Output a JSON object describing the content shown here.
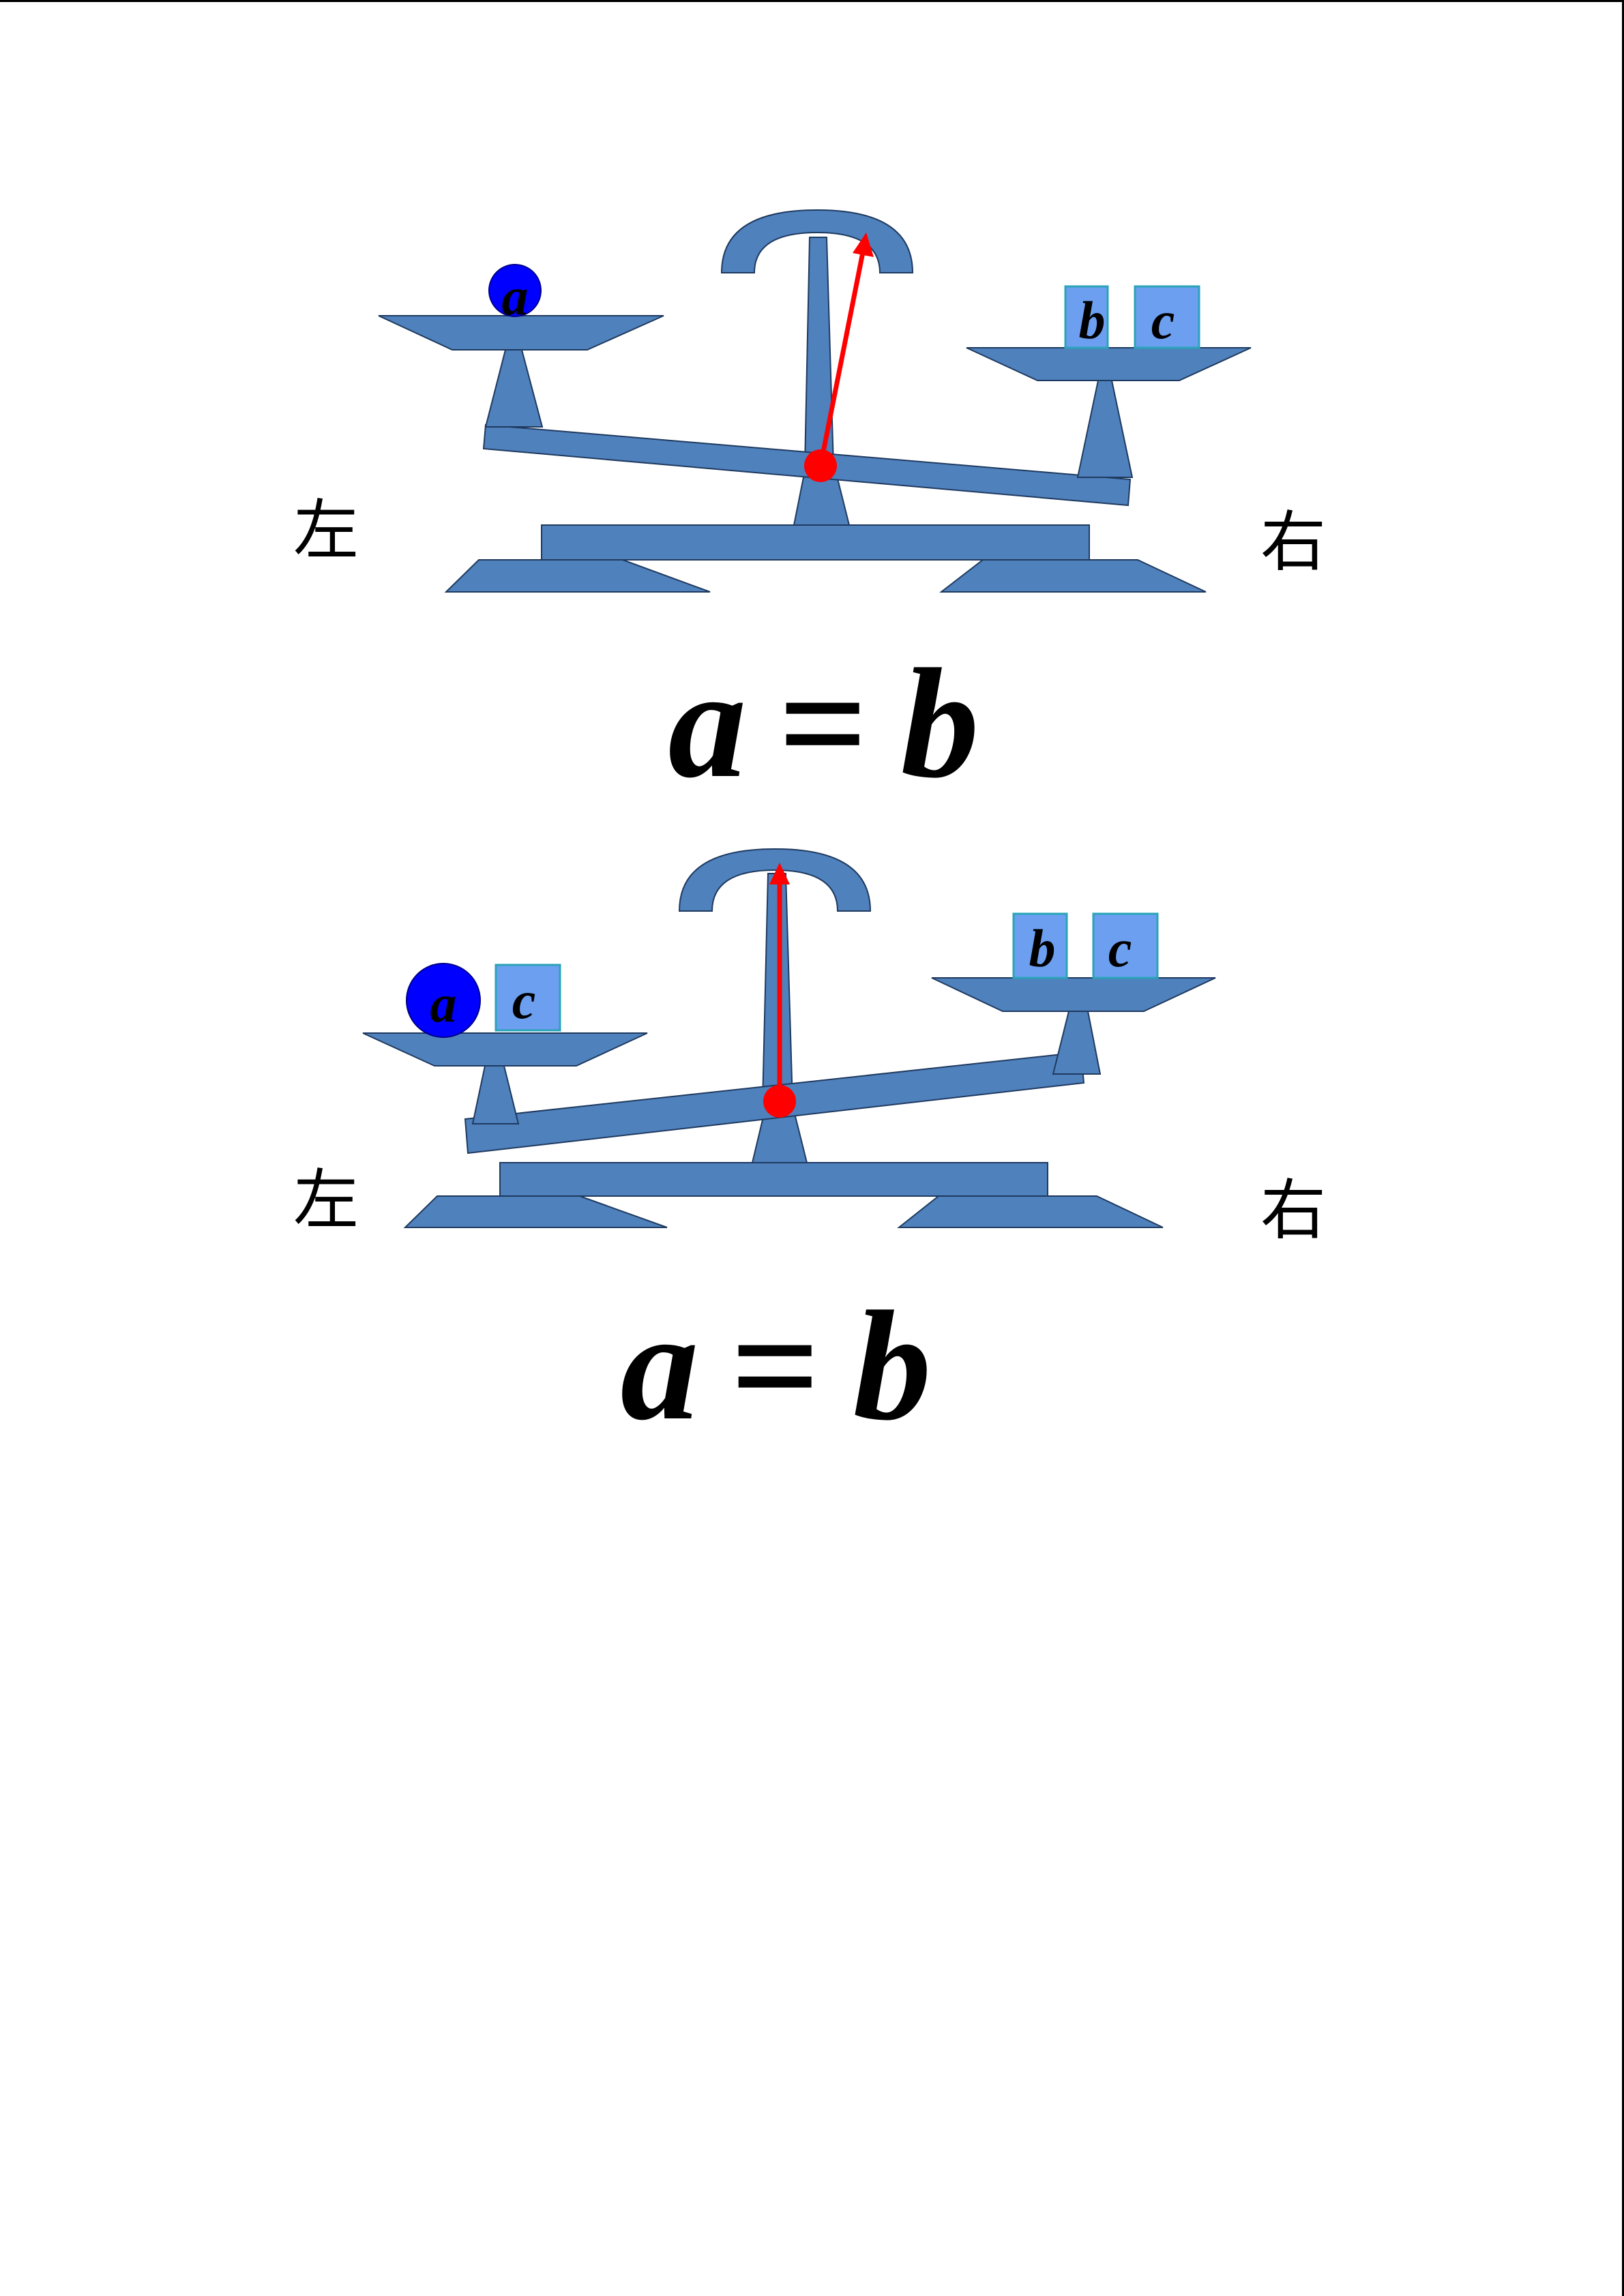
{
  "colors": {
    "scale": "#4f81bd",
    "ball": "#0000ff",
    "box": "#6c9ff0",
    "needle": "#ff0000"
  },
  "scale1": {
    "left_label": "左",
    "right_label": "右",
    "left_items": [
      {
        "shape": "ball",
        "label": "a"
      }
    ],
    "right_items": [
      {
        "shape": "box",
        "label": "b"
      },
      {
        "shape": "box",
        "label": "c"
      }
    ],
    "equation": {
      "lhs": "a",
      "op": "=",
      "rhs": "b"
    }
  },
  "scale2": {
    "left_label": "左",
    "right_label": "右",
    "left_items": [
      {
        "shape": "ball",
        "label": "a"
      },
      {
        "shape": "box",
        "label": "c"
      }
    ],
    "right_items": [
      {
        "shape": "box",
        "label": "b"
      },
      {
        "shape": "box",
        "label": "c"
      }
    ],
    "equation": {
      "lhs": "a",
      "op": "=",
      "rhs": "b"
    }
  }
}
